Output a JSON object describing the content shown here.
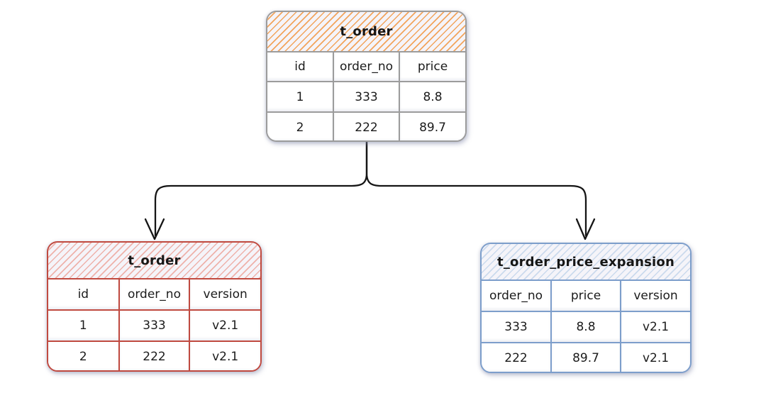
{
  "diagram": {
    "description": "table split diagram",
    "arrow_color": "#151515",
    "tables": [
      {
        "key": "t_order_source",
        "title": "t_order",
        "theme": {
          "border": "#9c9c9c",
          "hatch": "#f2a45c"
        },
        "columns": [
          "id",
          "order_no",
          "price"
        ],
        "rows": [
          [
            "1",
            "333",
            "8.8"
          ],
          [
            "2",
            "222",
            "89.7"
          ]
        ]
      },
      {
        "key": "t_order_sharded",
        "title": "t_order",
        "theme": {
          "border": "#c04a40",
          "hatch": "#eeb2ab"
        },
        "columns": [
          "id",
          "order_no",
          "version"
        ],
        "rows": [
          [
            "1",
            "333",
            "v2.1"
          ],
          [
            "2",
            "222",
            "v2.1"
          ]
        ]
      },
      {
        "key": "t_order_price_expansion",
        "title": "t_order_price_expansion",
        "theme": {
          "border": "#7d9ecb",
          "hatch": "#cbdaed"
        },
        "columns": [
          "order_no",
          "price",
          "version"
        ],
        "rows": [
          [
            "333",
            "8.8",
            "v2.1"
          ],
          [
            "222",
            "89.7",
            "v2.1"
          ]
        ]
      }
    ]
  }
}
